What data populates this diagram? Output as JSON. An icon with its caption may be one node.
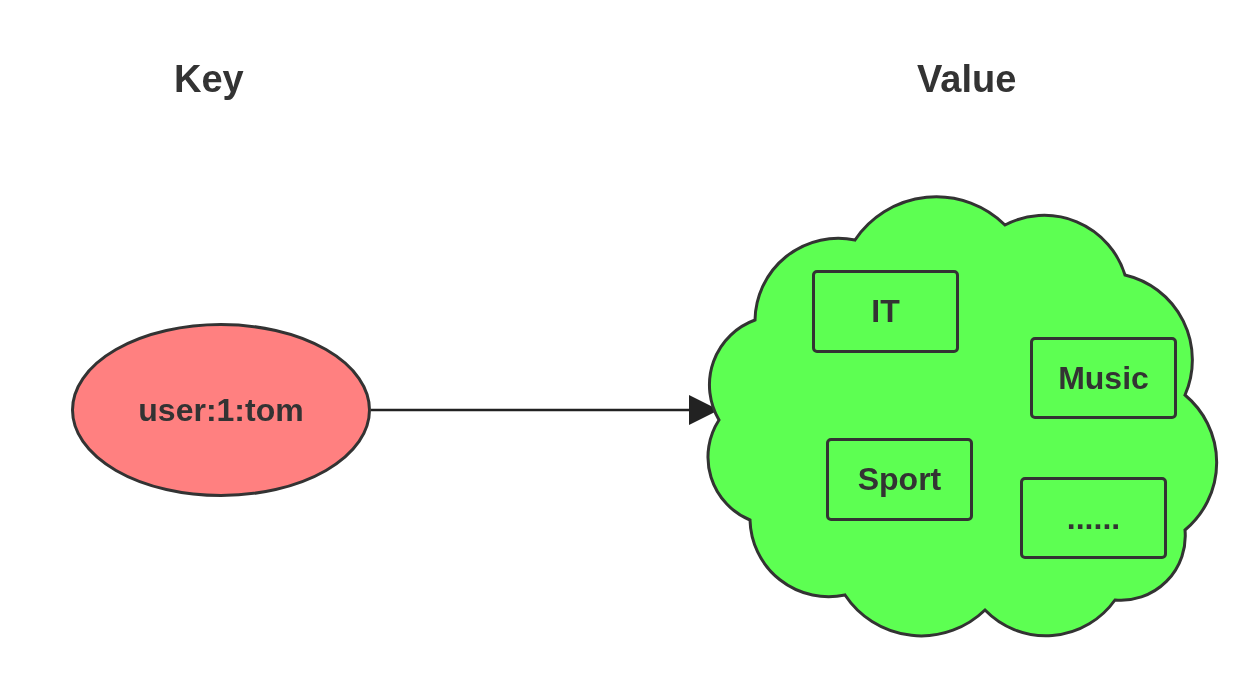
{
  "diagram": {
    "nodes": [
      {
        "text": [
          "user:1:tom"
        ]
      },
      {
        "text": [],
        "shape": "cloud"
      },
      {
        "text": [
          "IT"
        ],
        "in": 1
      },
      {
        "text": [
          "Music"
        ],
        "in": 1
      },
      {
        "text": [
          "Sport"
        ],
        "in": 1
      },
      {
        "text": [
          "......"
        ],
        "in": 1
      }
    ],
    "edges": [
      {
        "from": 0,
        "to": 1,
        "arrow": "to"
      }
    ],
    "labels": [
      "Key",
      "Value"
    ]
  }
}
